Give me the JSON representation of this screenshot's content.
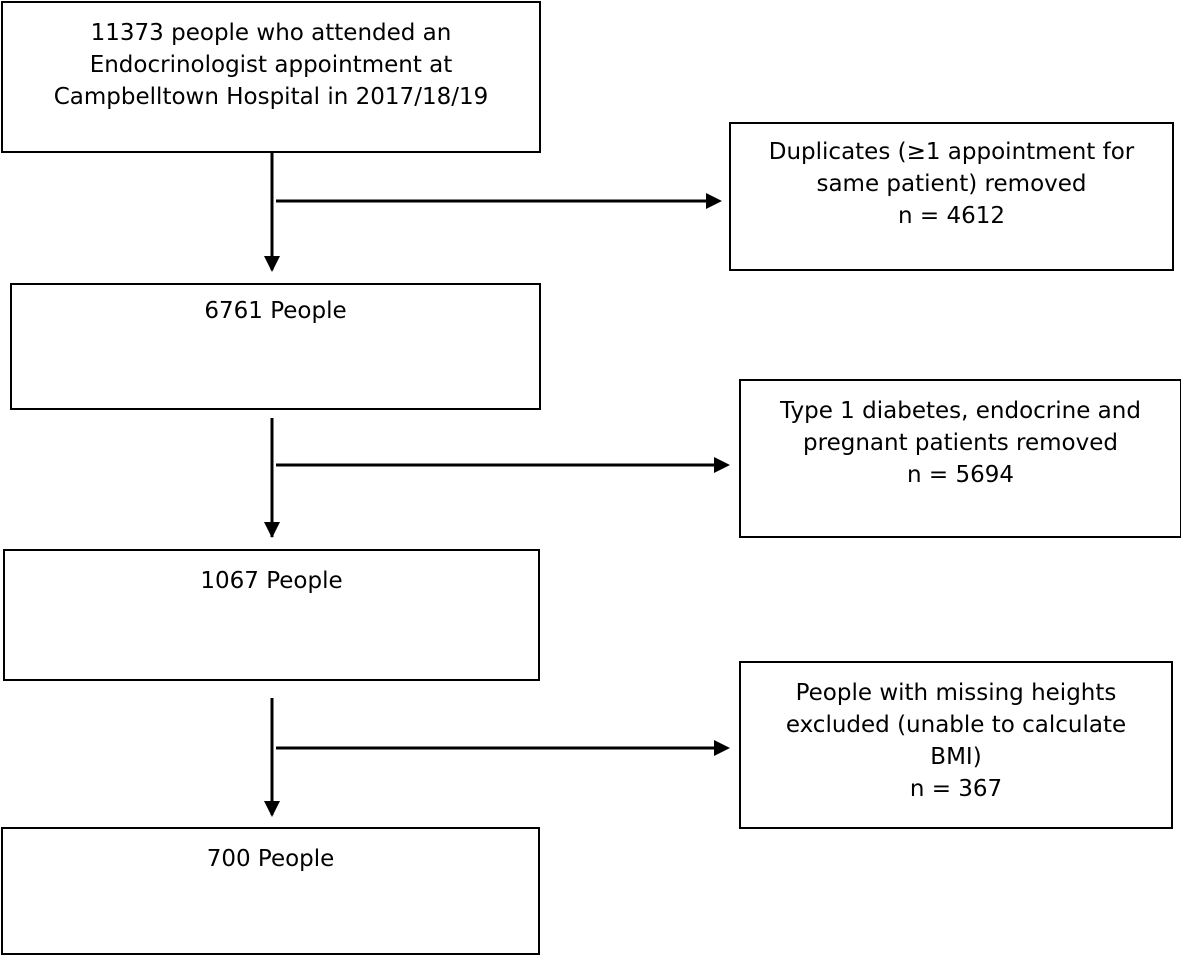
{
  "flow": {
    "start": {
      "lines": [
        "11373 people who attended an",
        "Endocrinologist appointment at",
        "Campbelltown Hospital in 2017/18/19"
      ]
    },
    "exclusion_1": {
      "lines": [
        "Duplicates (≥1 appointment for",
        "same patient) removed",
        "n = 4612"
      ]
    },
    "step_1": {
      "label": "6761 People"
    },
    "exclusion_2": {
      "lines": [
        "Type 1 diabetes, endocrine and",
        "pregnant patients removed",
        "n = 5694"
      ]
    },
    "step_2": {
      "label": "1067 People"
    },
    "exclusion_3": {
      "lines": [
        "People with missing heights",
        "excluded (unable to calculate",
        "BMI)",
        "n = 367"
      ]
    },
    "final": {
      "label": "700 People"
    }
  }
}
